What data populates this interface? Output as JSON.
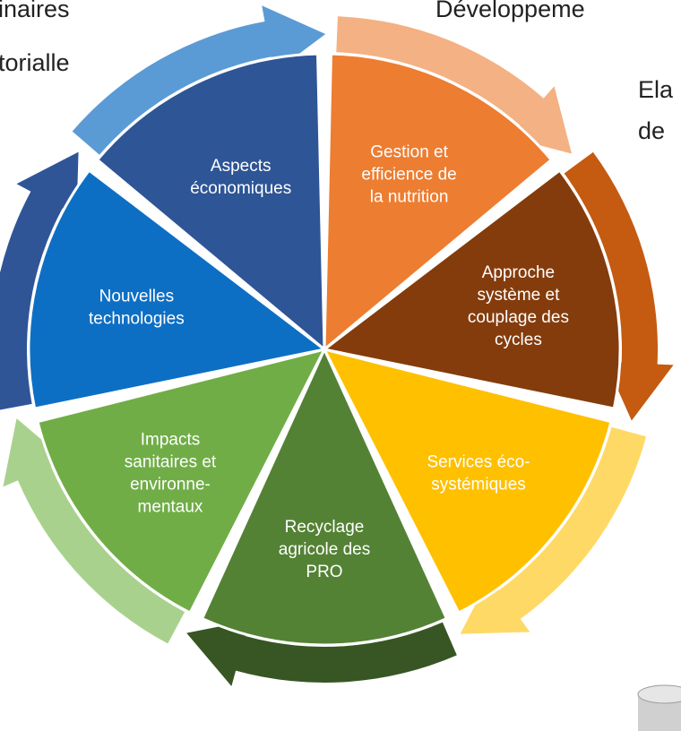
{
  "top_text": {
    "left_line1": "inaires",
    "left_line2": "torialle",
    "top_center": "Développeme",
    "right_line1": "Ela",
    "right_line2": "de"
  },
  "segments": [
    {
      "key": "aspects",
      "lines": [
        "Aspects",
        "économiques"
      ],
      "color": "#2e5596",
      "text_color": "#ffffff"
    },
    {
      "key": "gestion",
      "lines": [
        "Gestion et",
        "efficience de",
        "la nutrition"
      ],
      "color": "#ed7d31",
      "text_color": "#ffffff"
    },
    {
      "key": "approche",
      "lines": [
        "Approche",
        "système et",
        "couplage des",
        "cycles"
      ],
      "color": "#843c0c",
      "text_color": "#ffffff"
    },
    {
      "key": "services",
      "lines": [
        "Services éco-",
        "systémiques"
      ],
      "color": "#ffc000",
      "text_color": "#ffffff"
    },
    {
      "key": "recyclage",
      "lines": [
        "Recyclage",
        "agricole des",
        "PRO"
      ],
      "color": "#548235",
      "text_color": "#ffffff"
    },
    {
      "key": "impacts",
      "lines": [
        "Impacts",
        "sanitaires et",
        "environne-",
        "mentaux"
      ],
      "color": "#70ad47",
      "text_color": "#ffffff"
    },
    {
      "key": "nouvelles",
      "lines": [
        "Nouvelles",
        "technologies"
      ],
      "color": "#0d6fc4",
      "text_color": "#ffffff"
    }
  ],
  "arrow_colors": {
    "aspects": "#5b9bd5",
    "gestion": "#f4b183",
    "approche": "#c55a11",
    "services": "#ffd966",
    "recyclage": "#375623",
    "impacts": "#a9d18e",
    "nouvelles": "#2f5597"
  }
}
